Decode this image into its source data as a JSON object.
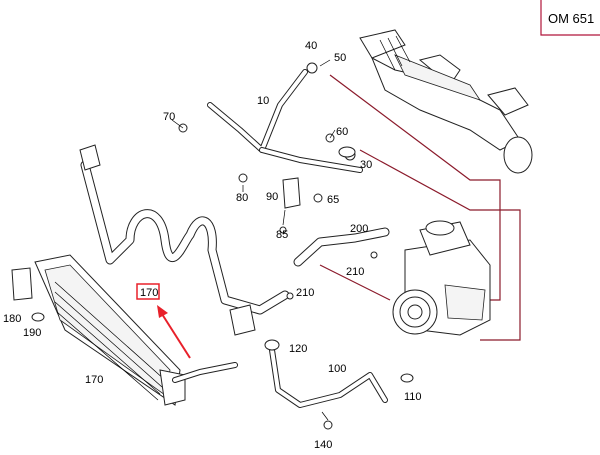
{
  "header": {
    "engine_code": "OM 651"
  },
  "callouts": [
    {
      "id": "c10",
      "text": "10"
    },
    {
      "id": "c30",
      "text": "30"
    },
    {
      "id": "c40",
      "text": "40"
    },
    {
      "id": "c50",
      "text": "50"
    },
    {
      "id": "c60",
      "text": "60"
    },
    {
      "id": "c65",
      "text": "65"
    },
    {
      "id": "c70",
      "text": "70"
    },
    {
      "id": "c80",
      "text": "80"
    },
    {
      "id": "c85",
      "text": "85"
    },
    {
      "id": "c90",
      "text": "90"
    },
    {
      "id": "c100",
      "text": "100"
    },
    {
      "id": "c110",
      "text": "110"
    },
    {
      "id": "c120",
      "text": "120"
    },
    {
      "id": "c140",
      "text": "140"
    },
    {
      "id": "c170a",
      "text": "170"
    },
    {
      "id": "c170b",
      "text": "170"
    },
    {
      "id": "c180",
      "text": "180"
    },
    {
      "id": "c190",
      "text": "190"
    },
    {
      "id": "c200",
      "text": "200"
    },
    {
      "id": "c210a",
      "text": "210"
    },
    {
      "id": "c210b",
      "text": "210"
    }
  ],
  "highlight": {
    "boxed_label": "170",
    "accent": "#e8202a",
    "frame_color": "#b0153a"
  }
}
